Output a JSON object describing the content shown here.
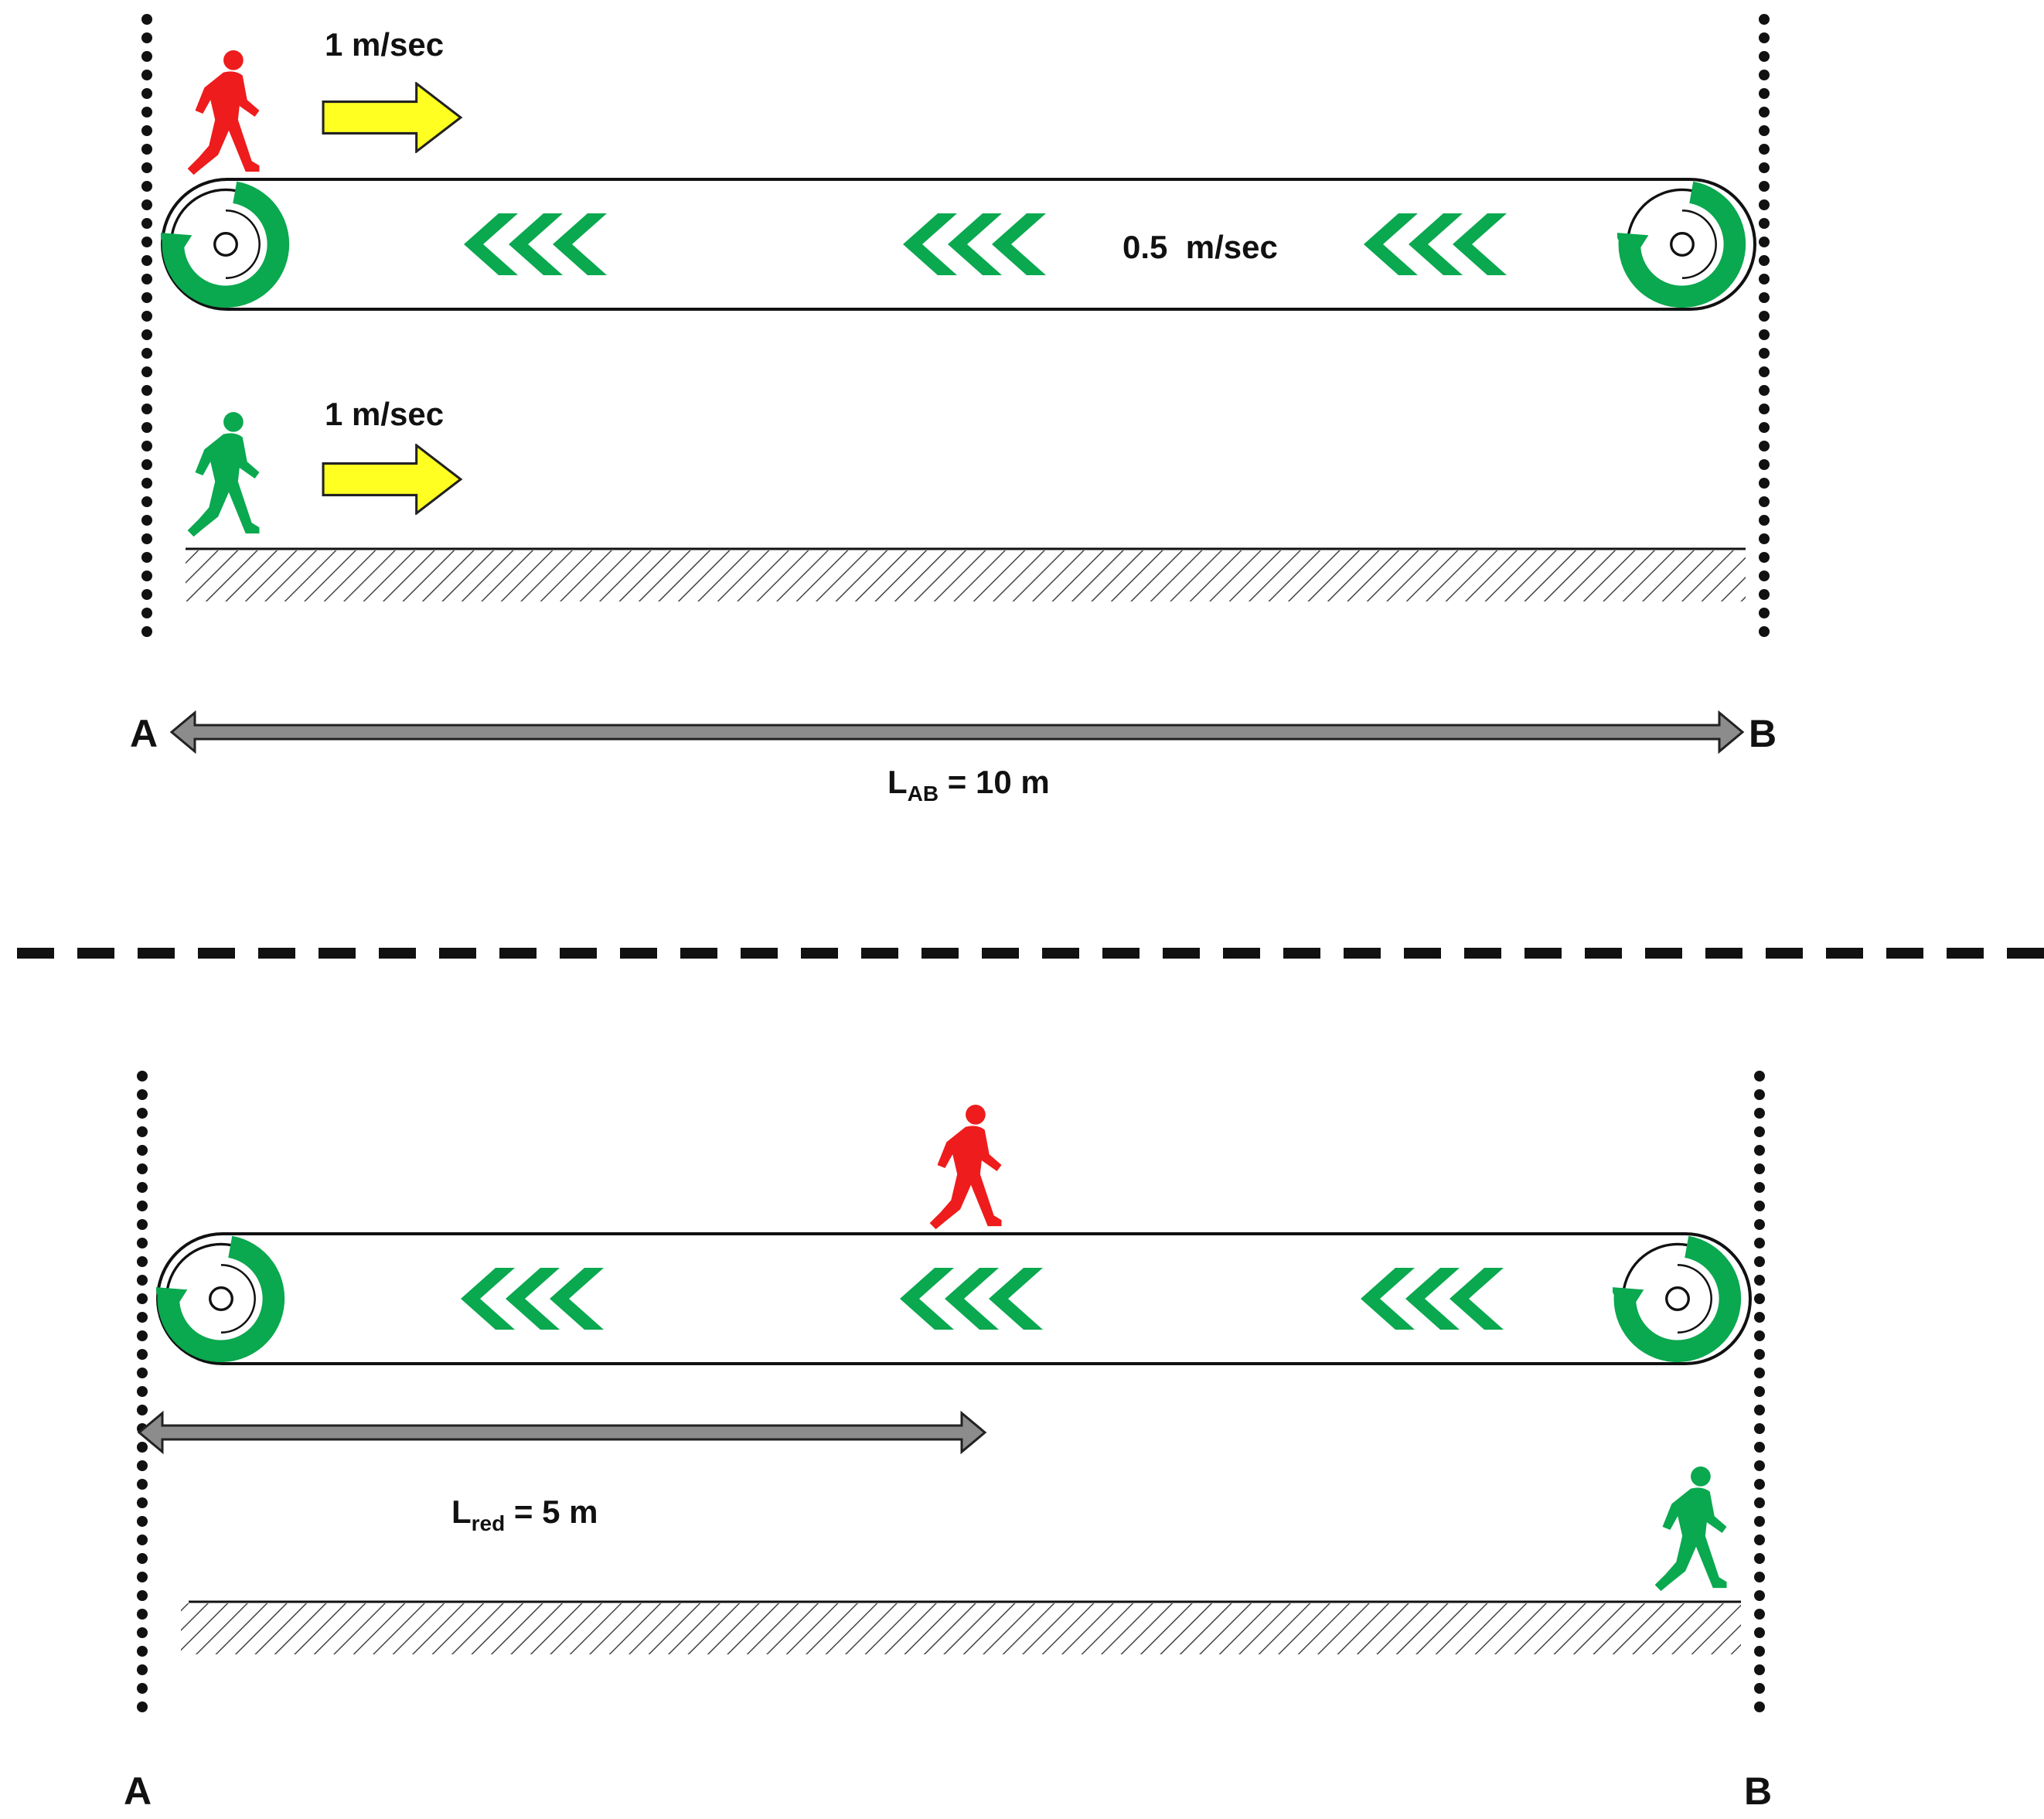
{
  "colors": {
    "green": "#0aa84f",
    "red": "#ee1c1c",
    "yellow": "#ffff22",
    "gray_arrow": "#8c8c8c",
    "line": "#111111"
  },
  "icons": {
    "walker": "walking-person-icon",
    "roller": "rotation-arrow-icon",
    "chevrons": "chevron-left-icon",
    "speed_arrow": "arrow-right-icon"
  },
  "top": {
    "red_speed": "1 m/sec",
    "belt_speed": "0.5  m/sec",
    "green_speed": "1 m/sec",
    "label_a": "A",
    "label_b": "B",
    "distance_main": "L",
    "distance_sub": "AB",
    "distance_value": " = 10 m"
  },
  "bottom": {
    "red_distance_main": "L",
    "red_distance_sub": "red",
    "red_distance_value": " = 5 m",
    "label_a": "A",
    "label_b": "B"
  }
}
